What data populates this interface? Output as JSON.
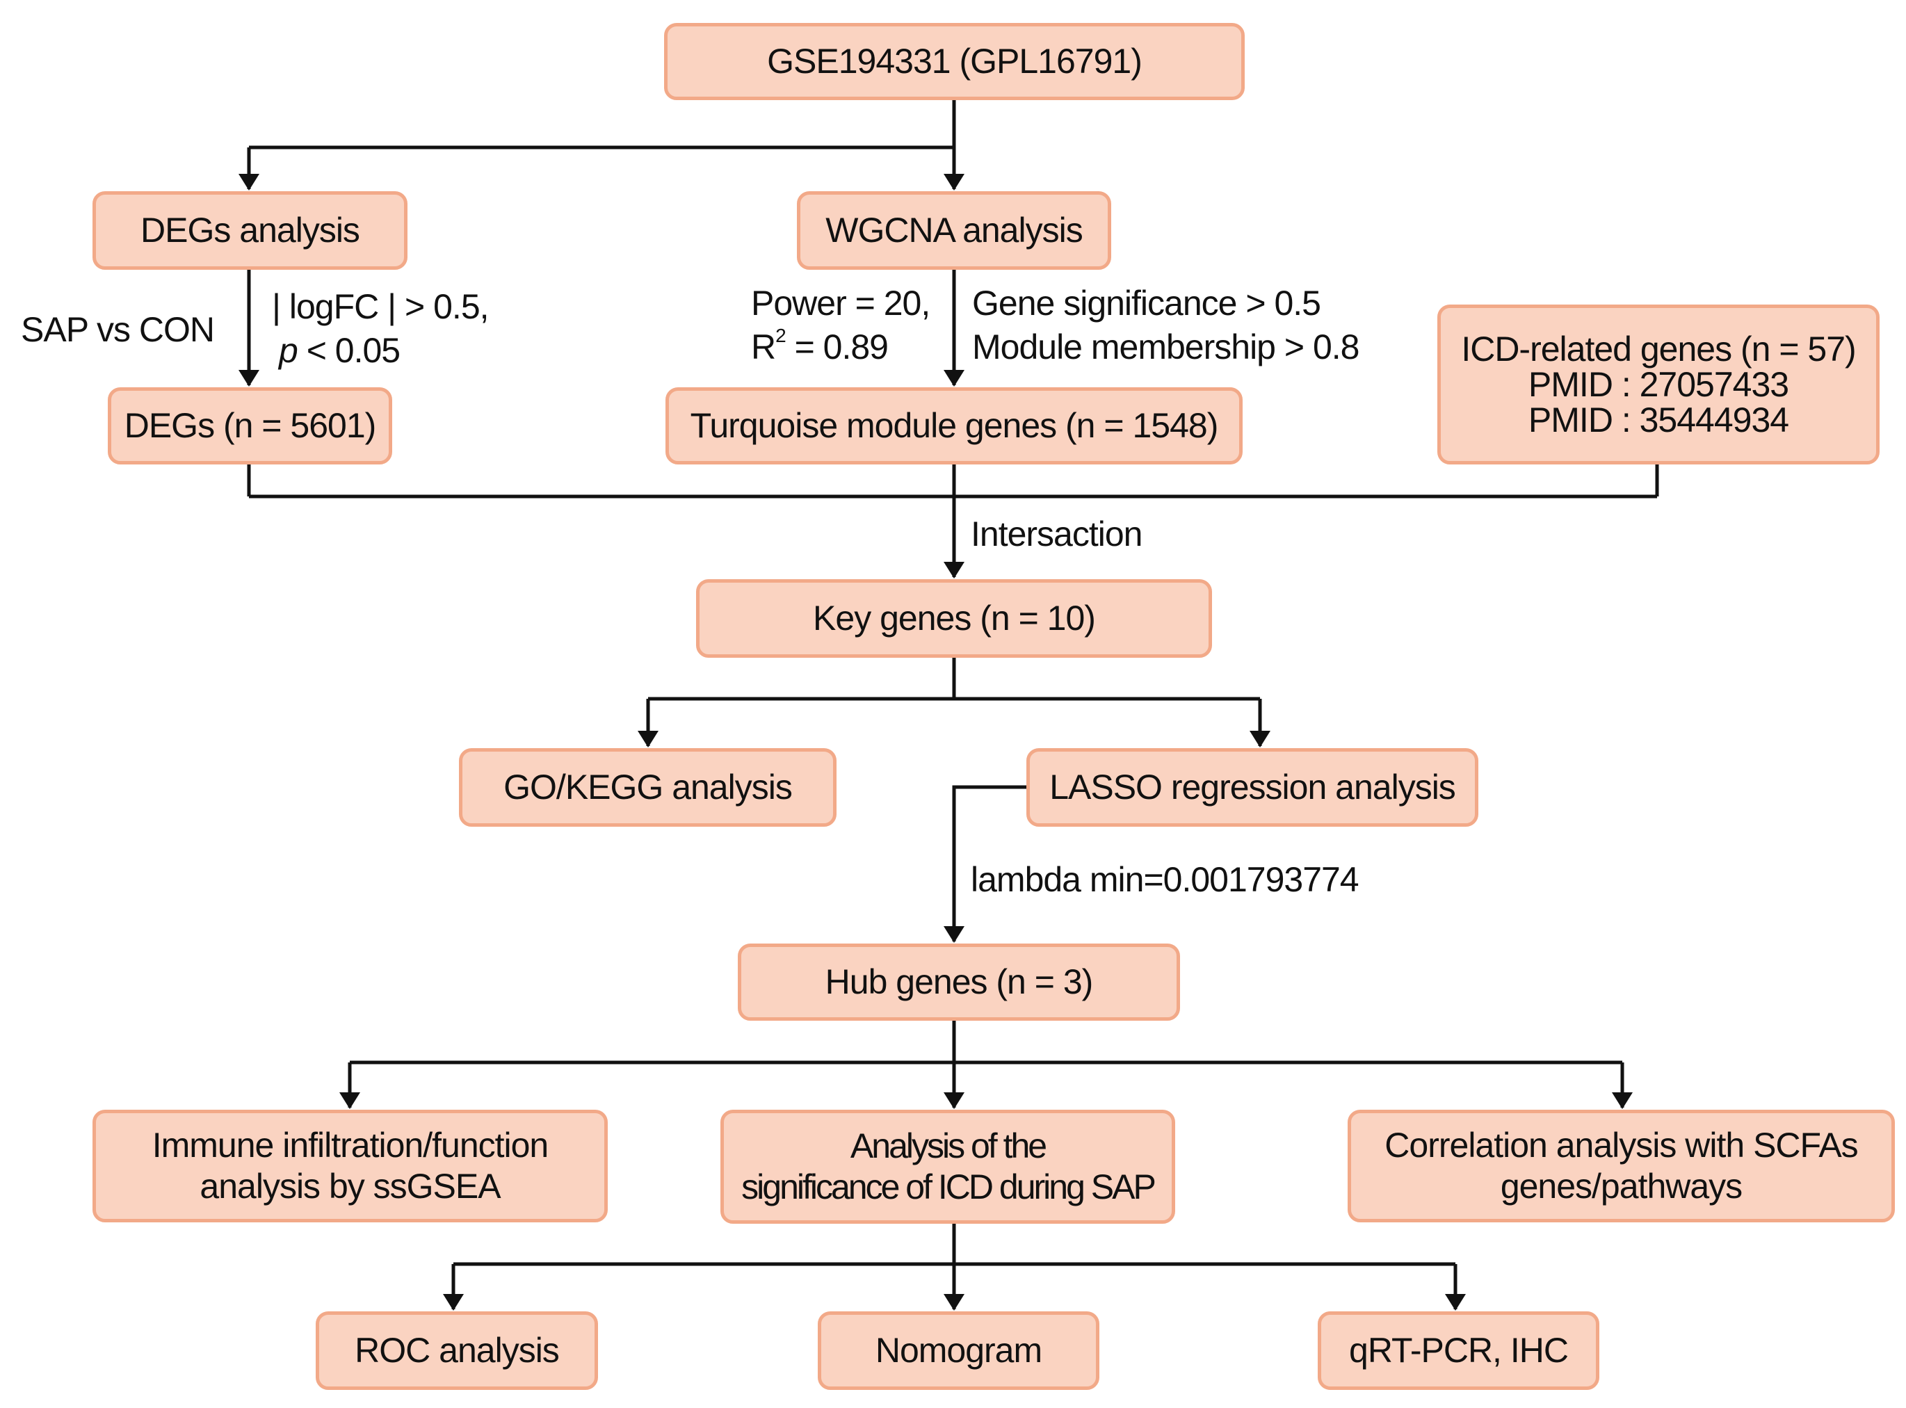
{
  "nodes": {
    "gse": "GSE194331 (GPL16791)",
    "degs_analysis": "DEGs analysis",
    "wgcna_analysis": "WGCNA analysis",
    "degs": "DEGs (n = 5601)",
    "turquoise": "Turquoise module genes (n = 1548)",
    "icd": {
      "title": "ICD-related genes (n = 57)",
      "pmid1": "PMID : 27057433",
      "pmid2": "PMID : 35444934"
    },
    "key_genes": "Key genes (n = 10)",
    "go_kegg": "GO/KEGG analysis",
    "lasso": "LASSO regression analysis",
    "hub_genes": "Hub genes (n = 3)",
    "immune": {
      "line1": "Immune infiltration/function",
      "line2": "analysis by ssGSEA"
    },
    "significance": {
      "line1": "Analysis of the",
      "line2": "significance of ICD during SAP"
    },
    "correlation": {
      "line1": "Correlation analysis with SCFAs",
      "line2": "genes/pathways"
    },
    "roc": "ROC analysis",
    "nomogram": "Nomogram",
    "qrtpcr": "qRT-PCR, IHC"
  },
  "labels": {
    "sap_vs_con": "SAP vs CON",
    "logfc": "| logFC | > 0.5,",
    "p_symbol": "p",
    "p_value": " < 0.05",
    "power": "Power = 20,",
    "r_symbol": "R",
    "r_exponent": "2",
    "r_value": " = 0.89",
    "gene_sig": "Gene significance > 0.5",
    "module_mem": "Module membership > 0.8",
    "intersaction": "Intersaction",
    "lambda": "lambda min=0.001793774"
  },
  "colors": {
    "box_fill": "#fad3c1",
    "box_border": "#f2a988",
    "line": "#111111"
  }
}
